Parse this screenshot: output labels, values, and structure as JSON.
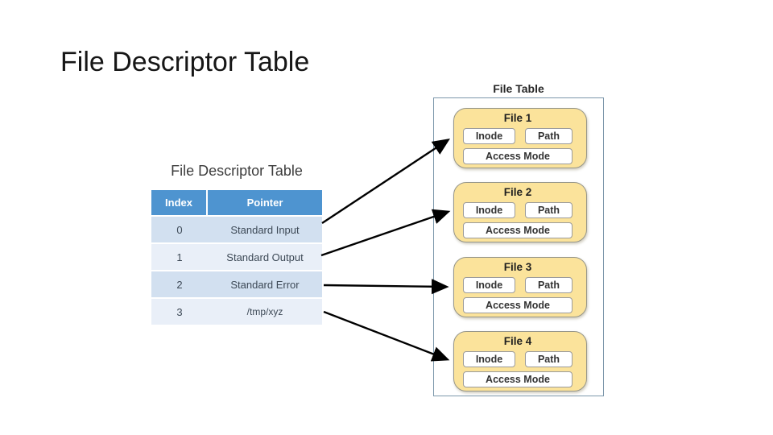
{
  "slide": {
    "title": "File Descriptor Table"
  },
  "fd_table": {
    "caption": "File Descriptor Table",
    "columns": [
      "Index",
      "Pointer"
    ],
    "rows": [
      {
        "index": "0",
        "pointer": "Standard Input"
      },
      {
        "index": "1",
        "pointer": "Standard Output"
      },
      {
        "index": "2",
        "pointer": "Standard Error"
      },
      {
        "index": "3",
        "pointer": "/tmp/xyz"
      }
    ]
  },
  "file_table": {
    "caption": "File Table",
    "files": [
      {
        "title": "File 1",
        "inode_label": "Inode",
        "path_label": "Path",
        "mode_label": "Access Mode"
      },
      {
        "title": "File 2",
        "inode_label": "Inode",
        "path_label": "Path",
        "mode_label": "Access Mode"
      },
      {
        "title": "File 3",
        "inode_label": "Inode",
        "path_label": "Path",
        "mode_label": "Access Mode"
      },
      {
        "title": "File 4",
        "inode_label": "Inode",
        "path_label": "Path",
        "mode_label": "Access Mode"
      }
    ]
  },
  "connections": [
    {
      "from_index": "0",
      "to_file": "File 1"
    },
    {
      "from_index": "1",
      "to_file": "File 2"
    },
    {
      "from_index": "2",
      "to_file": "File 3"
    },
    {
      "from_index": "3",
      "to_file": "File 4"
    }
  ],
  "colors": {
    "table_header_bg": "#4e94d0",
    "table_band_dark": "#d2e0f0",
    "table_band_light": "#e9eff8",
    "card_bg": "#fbe39b",
    "container_border": "#7c97ab",
    "arrow": "#000000"
  }
}
